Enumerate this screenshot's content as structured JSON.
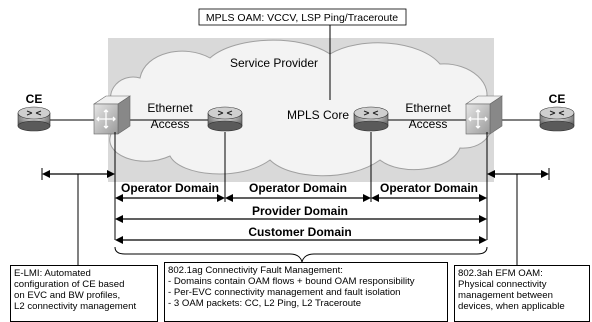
{
  "oam_label": "MPLS OAM: VCCV, LSP Ping/Traceroute",
  "cloud": {
    "service_provider": "Service Provider",
    "mpls_core": "MPLS Core",
    "ethernet_access_left": [
      "Ethernet",
      "Access"
    ],
    "ethernet_access_right": [
      "Ethernet",
      "Access"
    ]
  },
  "ce_left": "CE",
  "ce_right": "CE",
  "domains": {
    "operator_1": "Operator Domain",
    "operator_2": "Operator Domain",
    "operator_3": "Operator Domain",
    "provider": "Provider Domain",
    "customer": "Customer Domain"
  },
  "notes": {
    "elmi": [
      "E-LMI: Automated",
      "configuration of CE based",
      "on EVC and BW profiles,",
      "L2 connectivity management"
    ],
    "cfm": [
      "802.1ag Connectivity Fault Management:",
      "- Domains contain OAM flows + bound OAM responsibility",
      "- Per-EVC connectivity management and fault isolation",
      "- 3 OAM packets: CC, L2 Ping, L2 Traceroute"
    ],
    "efm": [
      "802.3ah EFM OAM:",
      "Physical connectivity",
      "management between",
      "devices, when applicable"
    ]
  }
}
